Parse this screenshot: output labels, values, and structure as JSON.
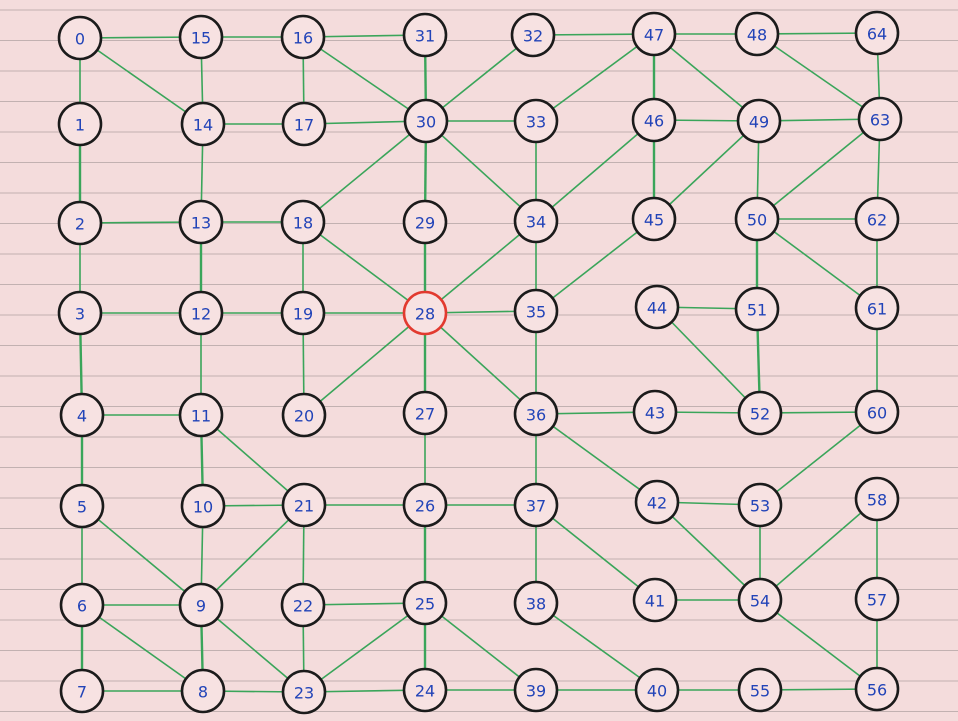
{
  "graph": {
    "nodes": [
      {
        "id": "0",
        "label": "0"
      },
      {
        "id": "1",
        "label": "1"
      },
      {
        "id": "2",
        "label": "2"
      },
      {
        "id": "3",
        "label": "3"
      },
      {
        "id": "4",
        "label": "4"
      },
      {
        "id": "5",
        "label": "5"
      },
      {
        "id": "6",
        "label": "6"
      },
      {
        "id": "7",
        "label": "7"
      },
      {
        "id": "8",
        "label": "8"
      },
      {
        "id": "9",
        "label": "9"
      },
      {
        "id": "10",
        "label": "10"
      },
      {
        "id": "11",
        "label": "11"
      },
      {
        "id": "12",
        "label": "12"
      },
      {
        "id": "13",
        "label": "13"
      },
      {
        "id": "14",
        "label": "14"
      },
      {
        "id": "15",
        "label": "15"
      },
      {
        "id": "16",
        "label": "16"
      },
      {
        "id": "17",
        "label": "17"
      },
      {
        "id": "18",
        "label": "18"
      },
      {
        "id": "19",
        "label": "19"
      },
      {
        "id": "20",
        "label": "20"
      },
      {
        "id": "21",
        "label": "21"
      },
      {
        "id": "22",
        "label": "22"
      },
      {
        "id": "23",
        "label": "23"
      },
      {
        "id": "24",
        "label": "24"
      },
      {
        "id": "25",
        "label": "25"
      },
      {
        "id": "26",
        "label": "26"
      },
      {
        "id": "27",
        "label": "27"
      },
      {
        "id": "28",
        "label": "28",
        "highlight": true
      },
      {
        "id": "29",
        "label": "29"
      },
      {
        "id": "30",
        "label": "30"
      },
      {
        "id": "31",
        "label": "31"
      },
      {
        "id": "32",
        "label": "32"
      },
      {
        "id": "33",
        "label": "33"
      },
      {
        "id": "34",
        "label": "34"
      },
      {
        "id": "35",
        "label": "35"
      },
      {
        "id": "36",
        "label": "36"
      },
      {
        "id": "37",
        "label": "37"
      },
      {
        "id": "38",
        "label": "38"
      },
      {
        "id": "39",
        "label": "39"
      },
      {
        "id": "40",
        "label": "40"
      },
      {
        "id": "41",
        "label": "41"
      },
      {
        "id": "42",
        "label": "42"
      },
      {
        "id": "43",
        "label": "43"
      },
      {
        "id": "44",
        "label": "44"
      },
      {
        "id": "45",
        "label": "45"
      },
      {
        "id": "46",
        "label": "46"
      },
      {
        "id": "47",
        "label": "47"
      },
      {
        "id": "48",
        "label": "48"
      },
      {
        "id": "49",
        "label": "49"
      },
      {
        "id": "50",
        "label": "50"
      },
      {
        "id": "51",
        "label": "51"
      },
      {
        "id": "52",
        "label": "52"
      },
      {
        "id": "53",
        "label": "53"
      },
      {
        "id": "54",
        "label": "54"
      },
      {
        "id": "55",
        "label": "55"
      },
      {
        "id": "56",
        "label": "56"
      },
      {
        "id": "57",
        "label": "57"
      },
      {
        "id": "58",
        "label": "58"
      },
      {
        "id": "60",
        "label": "60"
      },
      {
        "id": "61",
        "label": "61"
      },
      {
        "id": "62",
        "label": "62"
      },
      {
        "id": "63",
        "label": "63"
      },
      {
        "id": "64",
        "label": "64"
      }
    ],
    "edges": [
      [
        "0",
        "15"
      ],
      [
        "0",
        "1"
      ],
      [
        "0",
        "14"
      ],
      [
        "15",
        "16"
      ],
      [
        "15",
        "14"
      ],
      [
        "16",
        "31"
      ],
      [
        "16",
        "17"
      ],
      [
        "16",
        "30"
      ],
      [
        "31",
        "30"
      ],
      [
        "32",
        "30"
      ],
      [
        "32",
        "47"
      ],
      [
        "47",
        "48"
      ],
      [
        "47",
        "33"
      ],
      [
        "47",
        "46"
      ],
      [
        "47",
        "49"
      ],
      [
        "48",
        "64"
      ],
      [
        "48",
        "63"
      ],
      [
        "64",
        "63"
      ],
      [
        "1",
        "2"
      ],
      [
        "14",
        "17"
      ],
      [
        "14",
        "13"
      ],
      [
        "17",
        "30"
      ],
      [
        "30",
        "33"
      ],
      [
        "30",
        "18"
      ],
      [
        "30",
        "29"
      ],
      [
        "30",
        "34"
      ],
      [
        "33",
        "34"
      ],
      [
        "46",
        "49"
      ],
      [
        "46",
        "45"
      ],
      [
        "46",
        "34"
      ],
      [
        "49",
        "63"
      ],
      [
        "49",
        "50"
      ],
      [
        "49",
        "45"
      ],
      [
        "63",
        "62"
      ],
      [
        "63",
        "50"
      ],
      [
        "2",
        "13"
      ],
      [
        "2",
        "3"
      ],
      [
        "13",
        "18"
      ],
      [
        "13",
        "12"
      ],
      [
        "18",
        "19"
      ],
      [
        "18",
        "28"
      ],
      [
        "29",
        "28"
      ],
      [
        "34",
        "28"
      ],
      [
        "34",
        "35"
      ],
      [
        "45",
        "35"
      ],
      [
        "50",
        "62"
      ],
      [
        "50",
        "51"
      ],
      [
        "50",
        "61"
      ],
      [
        "62",
        "61"
      ],
      [
        "3",
        "12"
      ],
      [
        "3",
        "4"
      ],
      [
        "12",
        "19"
      ],
      [
        "12",
        "11"
      ],
      [
        "19",
        "28"
      ],
      [
        "19",
        "20"
      ],
      [
        "28",
        "35"
      ],
      [
        "28",
        "20"
      ],
      [
        "28",
        "27"
      ],
      [
        "28",
        "36"
      ],
      [
        "35",
        "36"
      ],
      [
        "44",
        "51"
      ],
      [
        "44",
        "52"
      ],
      [
        "51",
        "52"
      ],
      [
        "61",
        "60"
      ],
      [
        "4",
        "11"
      ],
      [
        "4",
        "5"
      ],
      [
        "11",
        "10"
      ],
      [
        "11",
        "21"
      ],
      [
        "27",
        "26"
      ],
      [
        "36",
        "43"
      ],
      [
        "36",
        "37"
      ],
      [
        "36",
        "42"
      ],
      [
        "43",
        "52"
      ],
      [
        "52",
        "60"
      ],
      [
        "60",
        "53"
      ],
      [
        "5",
        "6"
      ],
      [
        "5",
        "9"
      ],
      [
        "10",
        "21"
      ],
      [
        "10",
        "9"
      ],
      [
        "21",
        "26"
      ],
      [
        "21",
        "9"
      ],
      [
        "21",
        "22"
      ],
      [
        "26",
        "37"
      ],
      [
        "26",
        "25"
      ],
      [
        "37",
        "38"
      ],
      [
        "37",
        "41"
      ],
      [
        "42",
        "53"
      ],
      [
        "42",
        "54"
      ],
      [
        "53",
        "54"
      ],
      [
        "58",
        "54"
      ],
      [
        "58",
        "57"
      ],
      [
        "6",
        "9"
      ],
      [
        "6",
        "7"
      ],
      [
        "6",
        "8"
      ],
      [
        "9",
        "8"
      ],
      [
        "9",
        "23"
      ],
      [
        "22",
        "25"
      ],
      [
        "22",
        "23"
      ],
      [
        "25",
        "23"
      ],
      [
        "25",
        "24"
      ],
      [
        "25",
        "39"
      ],
      [
        "38",
        "40"
      ],
      [
        "41",
        "54"
      ],
      [
        "54",
        "56"
      ],
      [
        "57",
        "56"
      ],
      [
        "7",
        "8"
      ],
      [
        "8",
        "23"
      ],
      [
        "23",
        "24"
      ],
      [
        "24",
        "39"
      ],
      [
        "39",
        "40"
      ],
      [
        "40",
        "55"
      ],
      [
        "55",
        "56"
      ]
    ]
  }
}
